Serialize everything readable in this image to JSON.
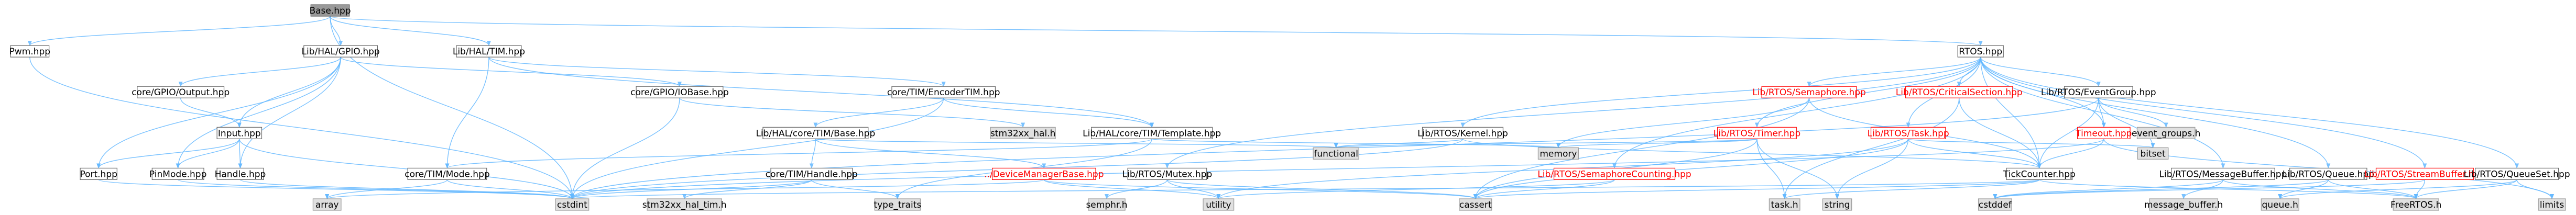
{
  "colors": {
    "root_fill": "#999999",
    "default_fill": "#ffffff",
    "default_stroke": "#666666",
    "missing_fill": "#e0e0e0",
    "missing_stroke": "#999999",
    "red_stroke": "#ff0000",
    "red_text": "#ff0000",
    "edge": "#63b8ff",
    "text": "#000000"
  },
  "nodes": [
    {
      "id": "root",
      "label": "Base.hpp",
      "kind": "root"
    },
    {
      "id": "pwm",
      "label": "Pwm.hpp",
      "kind": "default"
    },
    {
      "id": "lib_hal_gpio",
      "label": "Lib/HAL/GPIO.hpp",
      "kind": "default"
    },
    {
      "id": "lib_hal_tim",
      "label": "Lib/HAL/TIM.hpp",
      "kind": "default"
    },
    {
      "id": "rtos",
      "label": "RTOS.hpp",
      "kind": "default"
    },
    {
      "id": "core_gpio_output",
      "label": "core/GPIO/Output.hpp",
      "kind": "default"
    },
    {
      "id": "core_gpio_io_base",
      "label": "core/GPIO/IOBase.hpp",
      "kind": "default"
    },
    {
      "id": "core_tim_encoder",
      "label": "core/TIM/EncoderTIM.hpp",
      "kind": "default"
    },
    {
      "id": "input",
      "label": "Input.hpp",
      "kind": "default"
    },
    {
      "id": "lib_hal_core_tim_base",
      "label": "Lib/HAL/core/TIM/Base.hpp",
      "kind": "default"
    },
    {
      "id": "stm32xx_hal",
      "label": "stm32xx_hal.h",
      "kind": "missing"
    },
    {
      "id": "lib_hal_core_tim_template",
      "label": "Lib/HAL/core/TIM/Template.hpp",
      "kind": "default"
    },
    {
      "id": "port",
      "label": "Port.hpp",
      "kind": "default"
    },
    {
      "id": "pinmode",
      "label": "PinMode.hpp",
      "kind": "default"
    },
    {
      "id": "handle",
      "label": "Handle.hpp",
      "kind": "default"
    },
    {
      "id": "core_tim_mode",
      "label": "core/TIM/Mode.hpp",
      "kind": "default"
    },
    {
      "id": "core_tim_handle",
      "label": "core/TIM/Handle.hpp",
      "kind": "default"
    },
    {
      "id": "device_manager_base",
      "label": "../DeviceManagerBase.hpp",
      "kind": "red"
    },
    {
      "id": "functional",
      "label": "functional",
      "kind": "missing"
    },
    {
      "id": "memory",
      "label": "memory",
      "kind": "missing"
    },
    {
      "id": "lib_rtos_kernel",
      "label": "Lib/RTOS/Kernel.hpp",
      "kind": "default"
    },
    {
      "id": "lib_rtos_mutex",
      "label": "Lib/RTOS/Mutex.hpp",
      "kind": "default"
    },
    {
      "id": "lib_rtos_semaphore",
      "label": "Lib/RTOS/Semaphore.hpp",
      "kind": "red"
    },
    {
      "id": "lib_rtos_timer",
      "label": "Lib/RTOS/Timer.hpp",
      "kind": "red"
    },
    {
      "id": "lib_rtos_semaphore_counting",
      "label": "Lib/RTOS/SemaphoreCounting.hpp",
      "kind": "red"
    },
    {
      "id": "lib_rtos_critical_section",
      "label": "Lib/RTOS/CriticalSection.hpp",
      "kind": "red"
    },
    {
      "id": "lib_rtos_task",
      "label": "Lib/RTOS/Task.hpp",
      "kind": "red"
    },
    {
      "id": "lib_rtos_event_group",
      "label": "Lib/RTOS/EventGroup.hpp",
      "kind": "default"
    },
    {
      "id": "timeout",
      "label": "Timeout.hpp",
      "kind": "red"
    },
    {
      "id": "tick_counter",
      "label": "TickCounter.hpp",
      "kind": "default"
    },
    {
      "id": "bitset",
      "label": "bitset",
      "kind": "missing"
    },
    {
      "id": "event_groups",
      "label": "event_groups.h",
      "kind": "missing"
    },
    {
      "id": "lib_rtos_message_buffer",
      "label": "Lib/RTOS/MessageBuffer.hpp",
      "kind": "default"
    },
    {
      "id": "lib_rtos_queue",
      "label": "Lib/RTOS/Queue.hpp",
      "kind": "default"
    },
    {
      "id": "lib_rtos_stream_buffer",
      "label": "Lib/RTOS/StreamBuffer.hpp",
      "kind": "red"
    },
    {
      "id": "lib_rtos_queue_set",
      "label": "Lib/RTOS/QueueSet.hpp",
      "kind": "default"
    },
    {
      "id": "array",
      "label": "array",
      "kind": "missing"
    },
    {
      "id": "cstdint",
      "label": "cstdint",
      "kind": "missing"
    },
    {
      "id": "stm32xx_hal_tim_h",
      "label": "stm32xx_hal_tim.h",
      "kind": "missing"
    },
    {
      "id": "type_traits",
      "label": "type_traits",
      "kind": "missing"
    },
    {
      "id": "utility",
      "label": "utility",
      "kind": "missing"
    },
    {
      "id": "semphr",
      "label": "semphr.h",
      "kind": "missing"
    },
    {
      "id": "cassert",
      "label": "cassert",
      "kind": "missing"
    },
    {
      "id": "task_h",
      "label": "task.h",
      "kind": "missing"
    },
    {
      "id": "string",
      "label": "string",
      "kind": "missing"
    },
    {
      "id": "cstddef",
      "label": "cstddef",
      "kind": "missing"
    },
    {
      "id": "message_buffer_h",
      "label": "message_buffer.h",
      "kind": "missing"
    },
    {
      "id": "queue_h",
      "label": "queue.h",
      "kind": "missing"
    },
    {
      "id": "freertos_h",
      "label": "FreeRTOS.h",
      "kind": "missing"
    },
    {
      "id": "limits",
      "label": "limits",
      "kind": "missing"
    }
  ],
  "edges": [
    [
      "root",
      "pwm"
    ],
    [
      "root",
      "lib_hal_gpio"
    ],
    [
      "root",
      "lib_hal_tim"
    ],
    [
      "root",
      "rtos"
    ],
    [
      "root",
      "cstdint"
    ],
    [
      "pwm",
      "cstdint"
    ],
    [
      "lib_hal_gpio",
      "core_gpio_output"
    ],
    [
      "lib_hal_gpio",
      "input"
    ],
    [
      "lib_hal_gpio",
      "port"
    ],
    [
      "lib_hal_gpio",
      "pinmode"
    ],
    [
      "lib_hal_gpio",
      "handle"
    ],
    [
      "lib_hal_gpio",
      "core_gpio_io_base"
    ],
    [
      "lib_hal_tim",
      "core_tim_encoder"
    ],
    [
      "lib_hal_tim",
      "core_tim_mode"
    ],
    [
      "lib_hal_tim",
      "lib_hal_core_tim_template"
    ],
    [
      "core_gpio_output",
      "input"
    ],
    [
      "core_gpio_io_base",
      "stm32xx_hal"
    ],
    [
      "core_gpio_io_base",
      "cstdint"
    ],
    [
      "core_tim_encoder",
      "lib_hal_core_tim_base"
    ],
    [
      "core_tim_encoder",
      "lib_hal_core_tim_template"
    ],
    [
      "core_tim_encoder",
      "cstdint"
    ],
    [
      "input",
      "port"
    ],
    [
      "input",
      "pinmode"
    ],
    [
      "input",
      "handle"
    ],
    [
      "input",
      "cstdint"
    ],
    [
      "lib_hal_core_tim_base",
      "core_tim_handle"
    ],
    [
      "lib_hal_core_tim_base",
      "device_manager_base"
    ],
    [
      "lib_hal_core_tim_base",
      "functional"
    ],
    [
      "lib_hal_core_tim_template",
      "core_tim_mode"
    ],
    [
      "lib_hal_core_tim_template",
      "memory"
    ],
    [
      "lib_hal_core_tim_template",
      "type_traits"
    ],
    [
      "port",
      "cstdint"
    ],
    [
      "pinmode",
      "cstdint"
    ],
    [
      "handle",
      "cstdint"
    ],
    [
      "core_tim_mode",
      "array"
    ],
    [
      "core_tim_mode",
      "cstdint"
    ],
    [
      "core_tim_handle",
      "stm32xx_hal_tim_h"
    ],
    [
      "core_tim_handle",
      "type_traits"
    ],
    [
      "core_tim_handle",
      "cstdint"
    ],
    [
      "device_manager_base",
      "utility"
    ],
    [
      "device_manager_base",
      "cassert"
    ],
    [
      "device_manager_base",
      "array"
    ],
    [
      "rtos",
      "lib_rtos_kernel"
    ],
    [
      "rtos",
      "lib_rtos_mutex"
    ],
    [
      "rtos",
      "lib_rtos_semaphore"
    ],
    [
      "rtos",
      "lib_rtos_timer"
    ],
    [
      "rtos",
      "lib_rtos_semaphore_counting"
    ],
    [
      "rtos",
      "lib_rtos_critical_section"
    ],
    [
      "rtos",
      "lib_rtos_task"
    ],
    [
      "rtos",
      "lib_rtos_event_group"
    ],
    [
      "rtos",
      "timeout"
    ],
    [
      "rtos",
      "tick_counter"
    ],
    [
      "rtos",
      "lib_rtos_message_buffer"
    ],
    [
      "rtos",
      "lib_rtos_queue"
    ],
    [
      "rtos",
      "lib_rtos_stream_buffer"
    ],
    [
      "rtos",
      "lib_rtos_queue_set"
    ],
    [
      "lib_rtos_kernel",
      "functional"
    ],
    [
      "lib_rtos_kernel",
      "tick_counter"
    ],
    [
      "lib_rtos_kernel",
      "cstdint"
    ],
    [
      "lib_rtos_mutex",
      "semphr"
    ],
    [
      "lib_rtos_mutex",
      "utility"
    ],
    [
      "lib_rtos_mutex",
      "cassert"
    ],
    [
      "lib_rtos_semaphore",
      "tick_counter"
    ],
    [
      "lib_rtos_semaphore",
      "memory"
    ],
    [
      "lib_rtos_semaphore",
      "cassert"
    ],
    [
      "lib_rtos_timer",
      "functional"
    ],
    [
      "lib_rtos_timer",
      "memory"
    ],
    [
      "lib_rtos_timer",
      "task_h"
    ],
    [
      "lib_rtos_timer",
      "cassert"
    ],
    [
      "lib_rtos_timer",
      "string"
    ],
    [
      "lib_rtos_semaphore_counting",
      "utility"
    ],
    [
      "lib_rtos_semaphore_counting",
      "cassert"
    ],
    [
      "lib_rtos_critical_section",
      "task_h"
    ],
    [
      "lib_rtos_critical_section",
      "tick_counter"
    ],
    [
      "lib_rtos_task",
      "bitset"
    ],
    [
      "lib_rtos_task",
      "tick_counter"
    ],
    [
      "lib_rtos_task",
      "cassert"
    ],
    [
      "lib_rtos_task",
      "string"
    ],
    [
      "lib_rtos_task",
      "utility"
    ],
    [
      "lib_rtos_event_group",
      "event_groups"
    ],
    [
      "lib_rtos_event_group",
      "timeout"
    ],
    [
      "lib_rtos_event_group",
      "tick_counter"
    ],
    [
      "lib_rtos_event_group",
      "bitset"
    ],
    [
      "lib_rtos_event_group",
      "cstdint"
    ],
    [
      "timeout",
      "tick_counter"
    ],
    [
      "timeout",
      "limits"
    ],
    [
      "timeout",
      "cstdint"
    ],
    [
      "tick_counter",
      "task_h"
    ],
    [
      "tick_counter",
      "cstdint"
    ],
    [
      "tick_counter",
      "cassert"
    ],
    [
      "tick_counter",
      "freertos_h"
    ],
    [
      "lib_rtos_message_buffer",
      "message_buffer_h"
    ],
    [
      "lib_rtos_message_buffer",
      "cstddef"
    ],
    [
      "lib_rtos_message_buffer",
      "freertos_h"
    ],
    [
      "lib_rtos_queue",
      "queue_h"
    ],
    [
      "lib_rtos_queue",
      "cstddef"
    ],
    [
      "lib_rtos_queue",
      "freertos_h"
    ],
    [
      "lib_rtos_stream_buffer",
      "freertos_h"
    ],
    [
      "lib_rtos_stream_buffer",
      "cstddef"
    ],
    [
      "lib_rtos_queue_set",
      "queue_h"
    ],
    [
      "lib_rtos_queue_set",
      "freertos_h"
    ],
    [
      "lib_rtos_queue_set",
      "limits"
    ]
  ]
}
